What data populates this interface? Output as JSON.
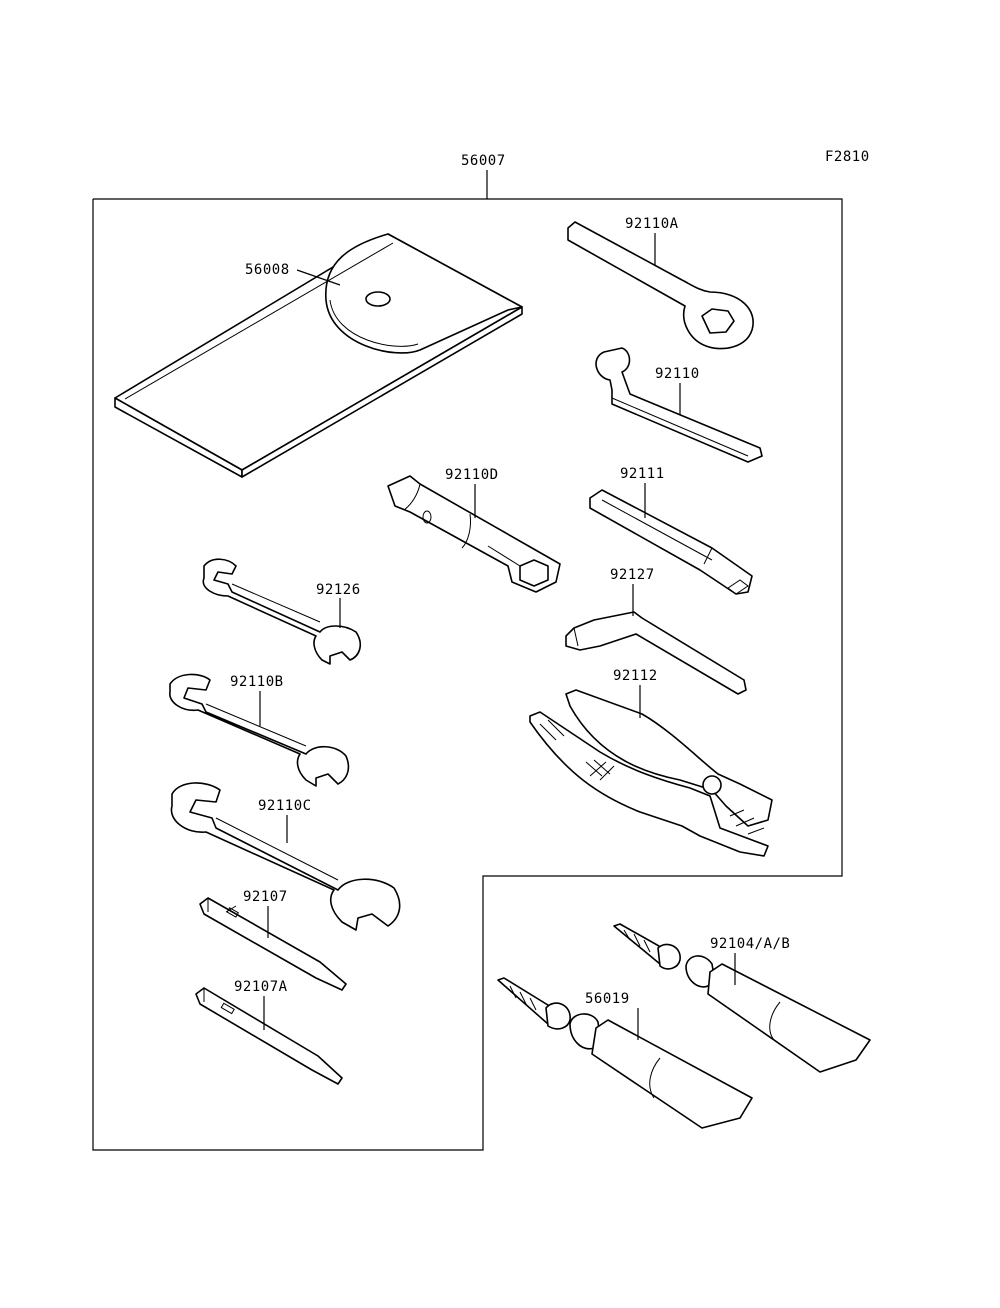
{
  "figure_code": "F2810",
  "assembly_label": "56007",
  "labels": {
    "pouch": "56008",
    "ring_wrench": "92110A",
    "hook_wrench": "92110",
    "plug_wrench": "92110D",
    "handle_bar": "92111",
    "hex_key": "92127",
    "pliers": "92112",
    "wrench_small": "92126",
    "wrench_medium": "92110B",
    "wrench_large": "92110C",
    "driver_bit": "92107",
    "driver_bit_a": "92107A",
    "grease_tube_a": "92104/A/B",
    "grease_tube_b": "56019"
  }
}
